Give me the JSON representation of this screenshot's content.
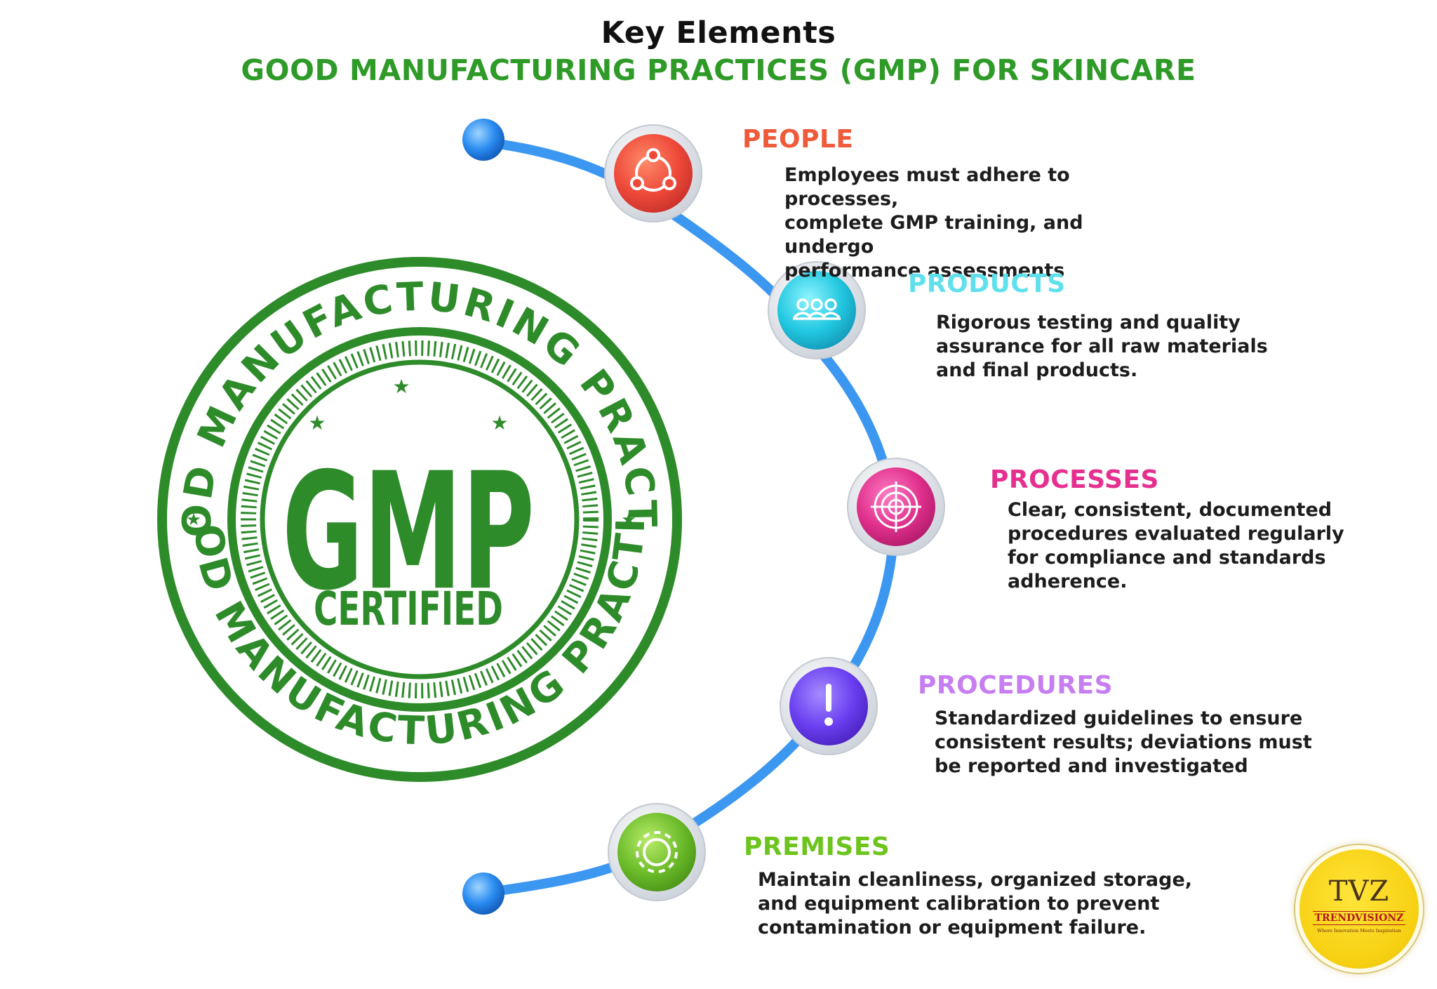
{
  "header": {
    "title": "Key Elements",
    "subtitle": "GOOD MANUFACTURING PRACTICES (GMP) FOR SKINCARE"
  },
  "seal": {
    "outer_text_top": "GOOD MANUFACTURING PRACTICE",
    "outer_text_bottom": "GOOD MANUFACTURING PRACTICE",
    "main": "GMP",
    "sub": "CERTIFIED",
    "color": "#2e8b2a"
  },
  "items": [
    {
      "title": "PEOPLE",
      "color": "#ef5a3a",
      "icon": "people-network-icon",
      "desc": [
        "Employees must adhere to processes,",
        "complete GMP training, and undergo",
        "performance assessments"
      ]
    },
    {
      "title": "PRODUCTS",
      "color": "#5fe0ec",
      "icon": "team-group-icon",
      "desc": [
        "Rigorous testing and quality",
        "assurance for all raw materials",
        "and final products."
      ]
    },
    {
      "title": "PROCESSES",
      "color": "#e5308f",
      "icon": "target-icon",
      "desc": [
        "Clear, consistent, documented",
        "procedures evaluated regularly",
        "for compliance and standards",
        "adherence."
      ]
    },
    {
      "title": "PROCEDURES",
      "color": "#c67ef0",
      "icon": "exclamation-icon",
      "desc": [
        "Standardized guidelines to ensure",
        "consistent results; deviations must",
        "be reported and investigated"
      ]
    },
    {
      "title": "PREMISES",
      "color": "#6cc41c",
      "icon": "gear-icon",
      "desc": [
        "Maintain cleanliness, organized storage,",
        "and equipment calibration to prevent",
        "contamination or equipment failure."
      ]
    }
  ],
  "logo": {
    "mark": "TVZ",
    "name": "TRENDVISIONZ",
    "tagline": "Where Innovation Meets Inspiration"
  }
}
